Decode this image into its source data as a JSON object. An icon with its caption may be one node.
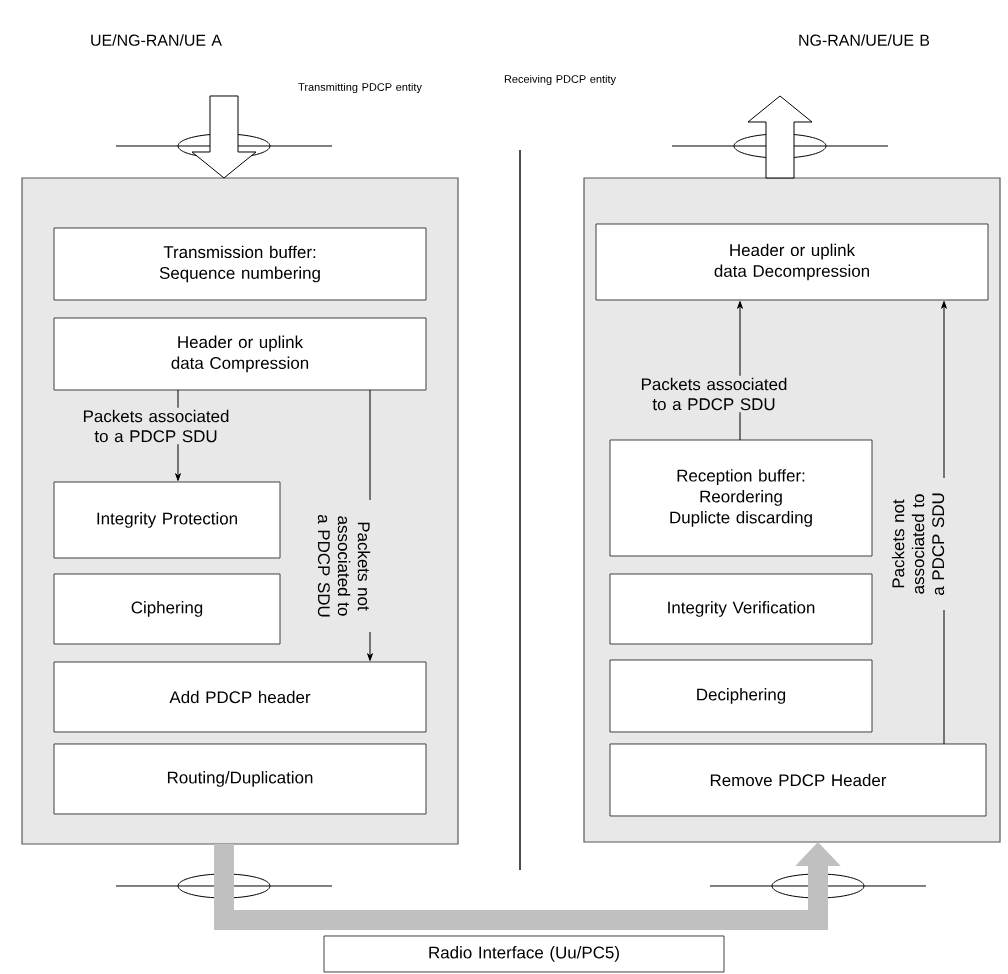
{
  "diagram": {
    "nodes": [
      {
        "text": [],
        "shape": "box"
      },
      {
        "text": [
          "Transmission buffer: Sequence numbering"
        ],
        "in": 0
      },
      {
        "text": [
          "Header or uplink data Compression"
        ],
        "in": 0
      },
      {
        "text": [
          "Integrity Protection"
        ],
        "in": 0
      },
      {
        "text": [
          "Ciphering"
        ],
        "in": 0
      },
      {
        "text": [
          "Add PDCP header"
        ],
        "in": 0
      },
      {
        "text": [
          "Routing/Duplication"
        ],
        "in": 0
      },
      {
        "text": [],
        "shape": "box"
      },
      {
        "text": [
          "Header or uplink data Decompression"
        ],
        "in": 7
      },
      {
        "text": [
          "Reception buffer: Reordering Duplicte discarding"
        ],
        "in": 7
      },
      {
        "text": [
          "Integrity Verification"
        ],
        "in": 7
      },
      {
        "text": [
          "Deciphering"
        ],
        "in": 7
      },
      {
        "text": [
          "Remove PDCP Header"
        ],
        "in": 7
      },
      {
        "text": [
          "Radio Interface (Uu/PC5)"
        ]
      }
    ],
    "edges": [
      {
        "from": null,
        "to": 0,
        "arrow": "to",
        "style": "thick"
      },
      {
        "from": 7,
        "to": null,
        "arrow": "to",
        "style": "thick"
      },
      {
        "from": 2,
        "to": 3,
        "arrow": "to",
        "label": "Packets associated to a PDCP SDU"
      },
      {
        "from": 2,
        "to": 5,
        "arrow": "to",
        "label": "Packets not associated to a PDCP SDU"
      },
      {
        "from": 9,
        "to": 8,
        "arrow": "to",
        "label": "Packets associated to a PDCP SDU"
      },
      {
        "from": 12,
        "to": 8,
        "arrow": "to",
        "label": "Packets not associated to a PDCP SDU"
      },
      {
        "from": 0,
        "to": 7,
        "arrow": "to",
        "style": "thick",
        "color": "#c0c0c0"
      }
    ],
    "labels": [
      "UE/NG-RAN/UE A",
      "NG-RAN/UE/UE B",
      "Transmitting PDCP entity",
      "Receiving PDCP entity"
    ]
  }
}
